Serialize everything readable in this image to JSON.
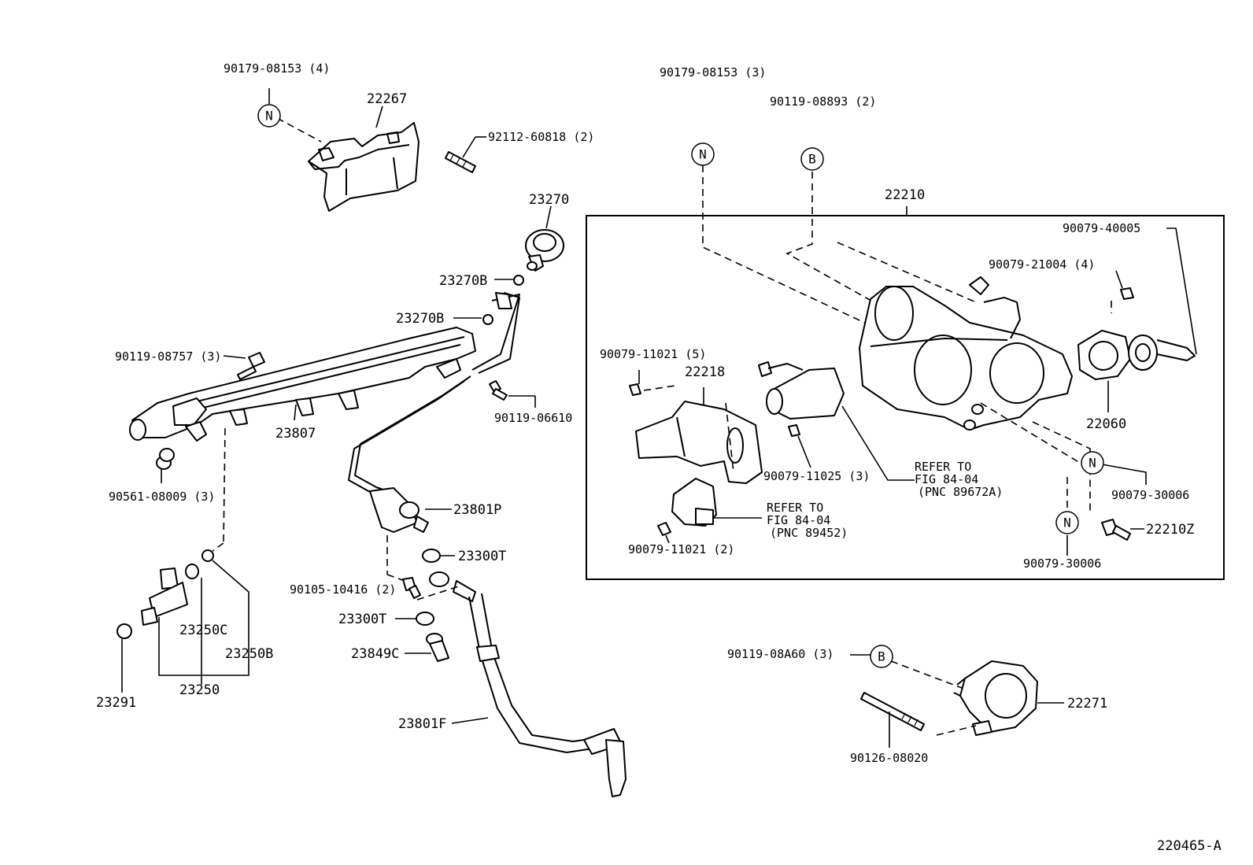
{
  "diagram_id": "220465-A",
  "markers": {
    "N": "N",
    "B": "B"
  },
  "labels": {
    "p90179_08153_4": "90179-08153 (4)",
    "p22267": "22267",
    "p92112_60818": "92112-60818 (2)",
    "p23270": "23270",
    "p23270B_a": "23270B",
    "p23270B_b": "23270B",
    "p90119_08757": "90119-08757 (3)",
    "p23807": "23807",
    "p90561_08009": "90561-08009 (3)",
    "p90119_06610": "90119-06610",
    "p23801P": "23801P",
    "p23300T_a": "23300T",
    "p90105_10416": "90105-10416 (2)",
    "p23300T_b": "23300T",
    "p23849C": "23849C",
    "p23801F": "23801F",
    "p23250C": "23250C",
    "p23250B": "23250B",
    "p23250": "23250",
    "p23291": "23291",
    "p90179_08153_3": "90179-08153 (3)",
    "p90119_08893": "90119-08893 (2)",
    "p22210": "22210",
    "p90079_40005": "90079-40005",
    "p90079_21004": "90079-21004 (4)",
    "p90079_11021_5": "90079-11021 (5)",
    "p22218": "22218",
    "p22060": "22060",
    "p90079_11025": "90079-11025 (3)",
    "refer1_l1": "REFER TO",
    "refer1_l2": "FIG 84-04",
    "refer1_l3": "(PNC 89672A)",
    "refer2_l1": "REFER TO",
    "refer2_l2": "FIG 84-04",
    "refer2_l3": "(PNC 89452)",
    "p90079_30006_a": "90079-30006",
    "p22210Z": "22210Z",
    "p90079_11021_2": "90079-11021 (2)",
    "p90079_30006_b": "90079-30006",
    "p90119_08A60": "90119-08A60 (3)",
    "p22271": "22271",
    "p90126_08020": "90126-08020"
  }
}
